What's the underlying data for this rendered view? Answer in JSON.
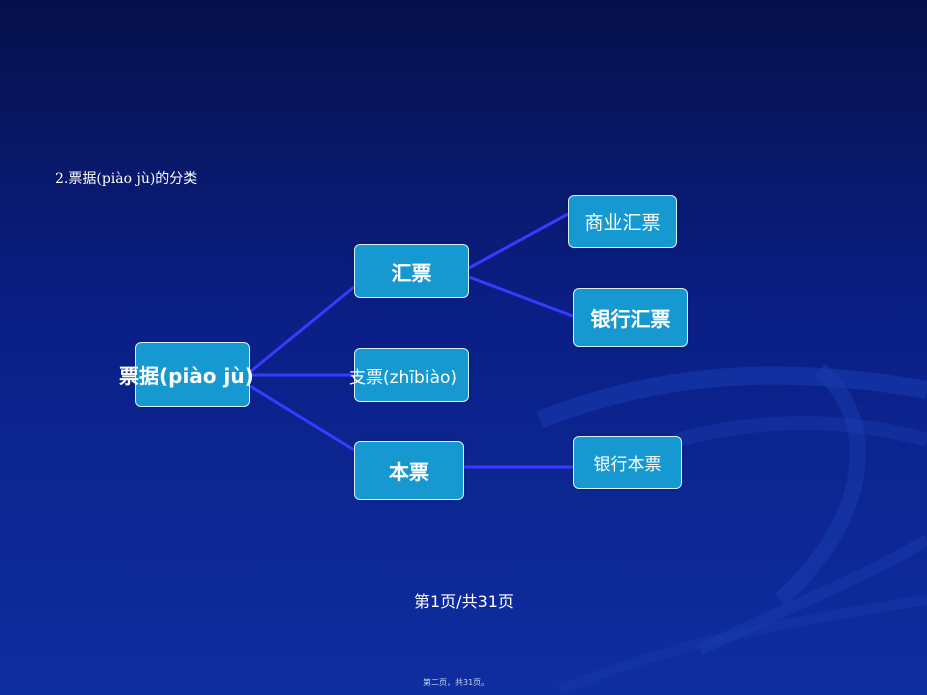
{
  "slide": {
    "heading": "2.票据(piào jù)的分类",
    "page_number": "第1页/共31页",
    "footer_note": "第二页，共31页。"
  },
  "nodes": {
    "root": "票据(piào jù)",
    "huipiao": "汇票",
    "zhipiao": "支票(zhībiào)",
    "benpiao": "本票",
    "shangye_huipiao": "商业汇票",
    "yinhang_huipiao": "银行汇票",
    "yinhang_benpiao": "银行本票"
  },
  "colors": {
    "background_top": "#06104a",
    "background_bottom": "#0f2ea0",
    "node_fill": "#1599d0",
    "node_border": "#d8f0ff",
    "connector": "#3a3aff"
  }
}
